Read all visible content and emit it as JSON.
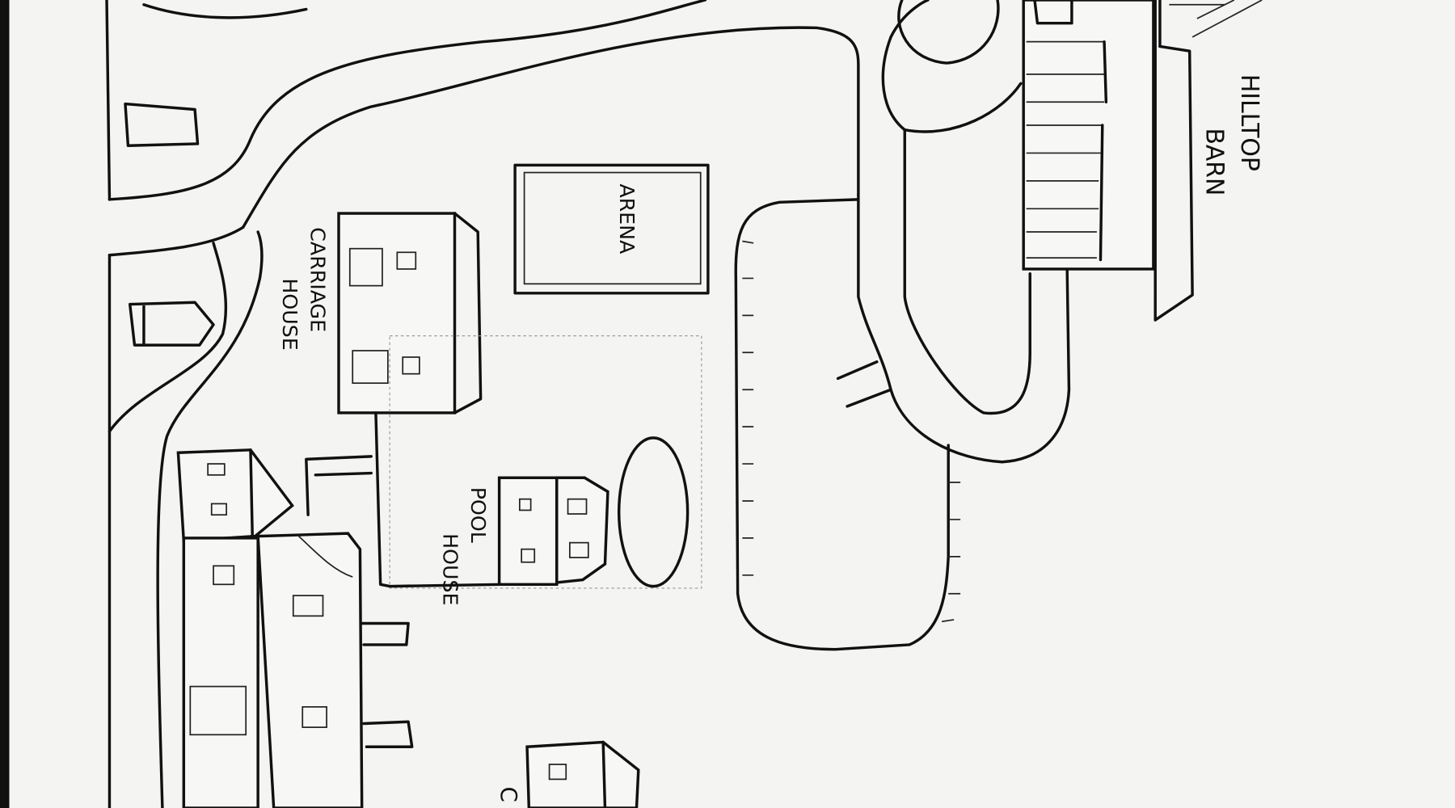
{
  "map": {
    "labels": {
      "hilltop_barn": [
        "HILLTOP",
        "BARN"
      ],
      "arena": "ARENA",
      "carriage_house": [
        "CARRIAGE",
        "HOUSE"
      ],
      "pool_house": [
        "POOL",
        "HOUSE"
      ],
      "partial": "C"
    },
    "colors": {
      "ink": "#111111",
      "paper": "#f4f4f2"
    }
  }
}
